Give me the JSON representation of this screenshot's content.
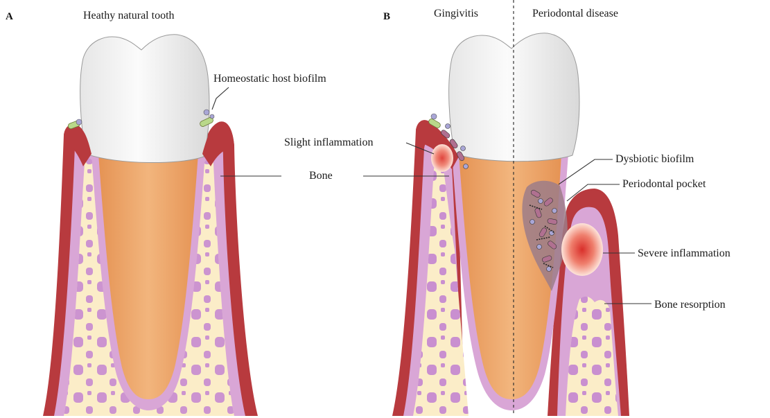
{
  "panels": {
    "a": {
      "letter": "A",
      "title": "Heathy natural tooth",
      "labels": {
        "biofilm": "Homeostatic host biofilm",
        "bone": "Bone"
      }
    },
    "b": {
      "letter": "B",
      "title_left": "Gingivitis",
      "title_right": "Periodontal disease",
      "labels": {
        "slight": "Slight inflammation",
        "dysbiotic": "Dysbiotic biofilm",
        "pocket": "Periodontal pocket",
        "severe": "Severe inflammation",
        "resorption": "Bone resorption"
      }
    }
  },
  "colors": {
    "gum": "#b83a3e",
    "gum_dark": "#8f2a2e",
    "ligament": "#d9a6d6",
    "bone": "#fbedc8",
    "pore": "#c98fd0",
    "root": "#e7a167",
    "root_light": "#f4c48f",
    "crown": "#f3f3f3",
    "biofilm_green": "#b9d88a",
    "bacteria": "#9b5c7a",
    "inflammation": "#e0453e"
  }
}
